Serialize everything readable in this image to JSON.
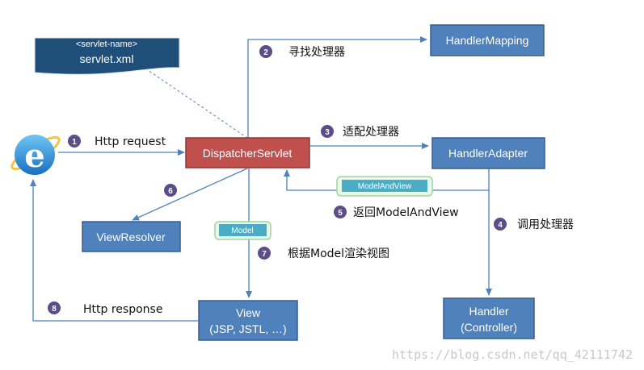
{
  "nodes": {
    "servlet_name": "<servlet-name>",
    "servlet_xml": "servlet.xml",
    "dispatcher": "DispatcherServlet",
    "handler_mapping": "HandlerMapping",
    "handler_adapter": "HandlerAdapter",
    "view_resolver": "ViewResolver",
    "view_line1": "View",
    "view_line2": "(JSP, JSTL, …)",
    "handler_line1": "Handler",
    "handler_line2": "(Controller)"
  },
  "tags": {
    "model_and_view": "ModelAndView",
    "model": "Model"
  },
  "steps": [
    {
      "num": "1",
      "label": "Http request"
    },
    {
      "num": "2",
      "label": "寻找处理器"
    },
    {
      "num": "3",
      "label": "适配处理器"
    },
    {
      "num": "4",
      "label": "调用处理器"
    },
    {
      "num": "5",
      "label": "返回ModelAndView"
    },
    {
      "num": "6",
      "label": ""
    },
    {
      "num": "7",
      "label": "根据Model渲染视图"
    },
    {
      "num": "8",
      "label": "Http response"
    }
  ],
  "watermark": "https://blog.csdn.net/qq_42111742",
  "colors": {
    "box_blue": "#4f81bd",
    "box_blue_border": "#385d8a",
    "dispatcher_red": "#c0504d",
    "dispatcher_border": "#8c3836",
    "doc_navy": "#1f4e79",
    "arrow": "#4f81bd",
    "badge_purple": "#5b4c8a",
    "tag_teal": "#4bacc6",
    "tag_border": "#9bd7a0"
  }
}
